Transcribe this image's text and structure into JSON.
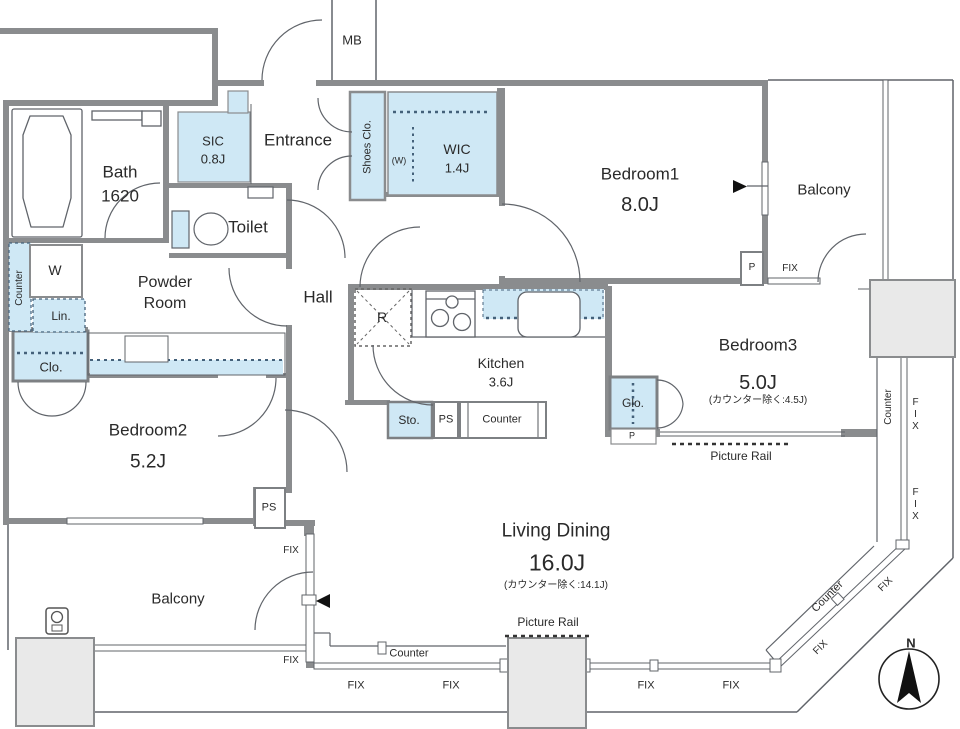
{
  "labels": {
    "fix": "FIX",
    "counter": "Counter",
    "picture_rail": "Picture Rail",
    "ps": "PS",
    "p": "P",
    "mb": "MB",
    "north": "N"
  },
  "rooms": {
    "bath": {
      "name": "Bath",
      "size": "1620"
    },
    "sic": {
      "name": "SIC",
      "size": "0.8J"
    },
    "entrance": {
      "name": "Entrance"
    },
    "toilet": {
      "name": "Toilet"
    },
    "shoes_closet": {
      "name": "Shoes Clo."
    },
    "wic": {
      "name": "WIC",
      "size": "1.4J",
      "note": "(W)"
    },
    "bedroom1": {
      "name": "Bedroom1",
      "size": "8.0J"
    },
    "balcony_right": {
      "name": "Balcony"
    },
    "powder_room": {
      "line1": "Powder",
      "line2": "Room"
    },
    "hall": {
      "name": "Hall"
    },
    "kitchen": {
      "name": "Kitchen",
      "size": "3.6J"
    },
    "bedroom3": {
      "name": "Bedroom3",
      "size": "5.0J",
      "note": "(カウンター除く:4.5J)"
    },
    "bedroom2": {
      "name": "Bedroom2",
      "size": "5.2J"
    },
    "living_dining": {
      "name": "Living Dining",
      "size": "16.0J",
      "note": "(カウンター除く:14.1J)"
    },
    "balcony_bottom": {
      "name": "Balcony"
    }
  },
  "fixtures": {
    "washer": "W",
    "linen": "Lin.",
    "closet": "Clo.",
    "glo": "Glo.",
    "storage": "Sto.",
    "refrigerator": "R"
  },
  "colors": {
    "wall": "#8a8c8e",
    "storage_fill": "#cfe8f5",
    "column_fill": "#e9e9e9",
    "dash_blue": "#44617a"
  }
}
